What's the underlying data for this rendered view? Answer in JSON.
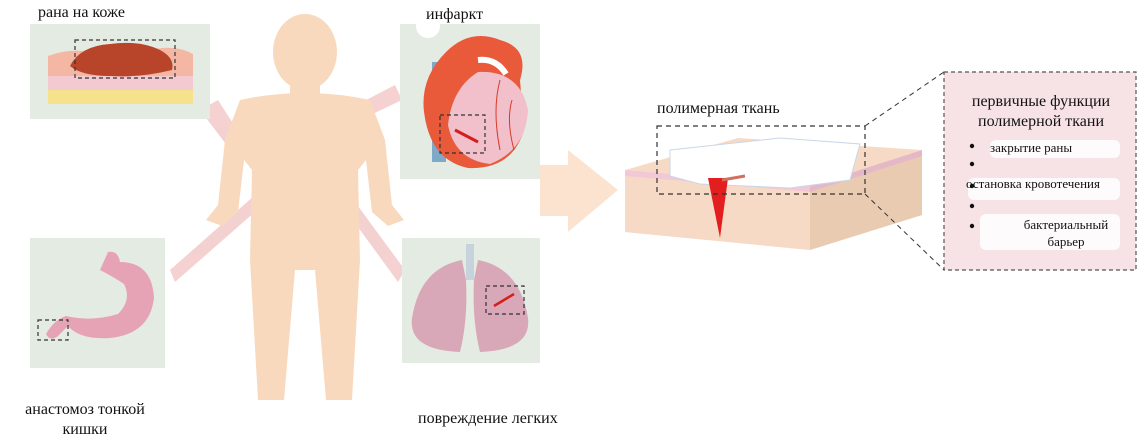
{
  "organs": {
    "skin_label": "рана на коже",
    "heart_label": "инфаркт",
    "intestine_label": "анастомоз тонкой кишки",
    "lung_label": "повреждение легких"
  },
  "tissue": {
    "label": "полимерная ткань"
  },
  "functions": {
    "title": "первичные функции полимерной ткани",
    "items": [
      "закрытие раны",
      "остановка кровотечения",
      "бактериальный барьер"
    ]
  },
  "colors": {
    "body": "#f8d9bd",
    "panel": "#e4ebe3",
    "wound": "#e03030",
    "skin_pink": "#f3c9d2",
    "bracket_bg": "#f7e3e6",
    "dashed": "#333333"
  }
}
